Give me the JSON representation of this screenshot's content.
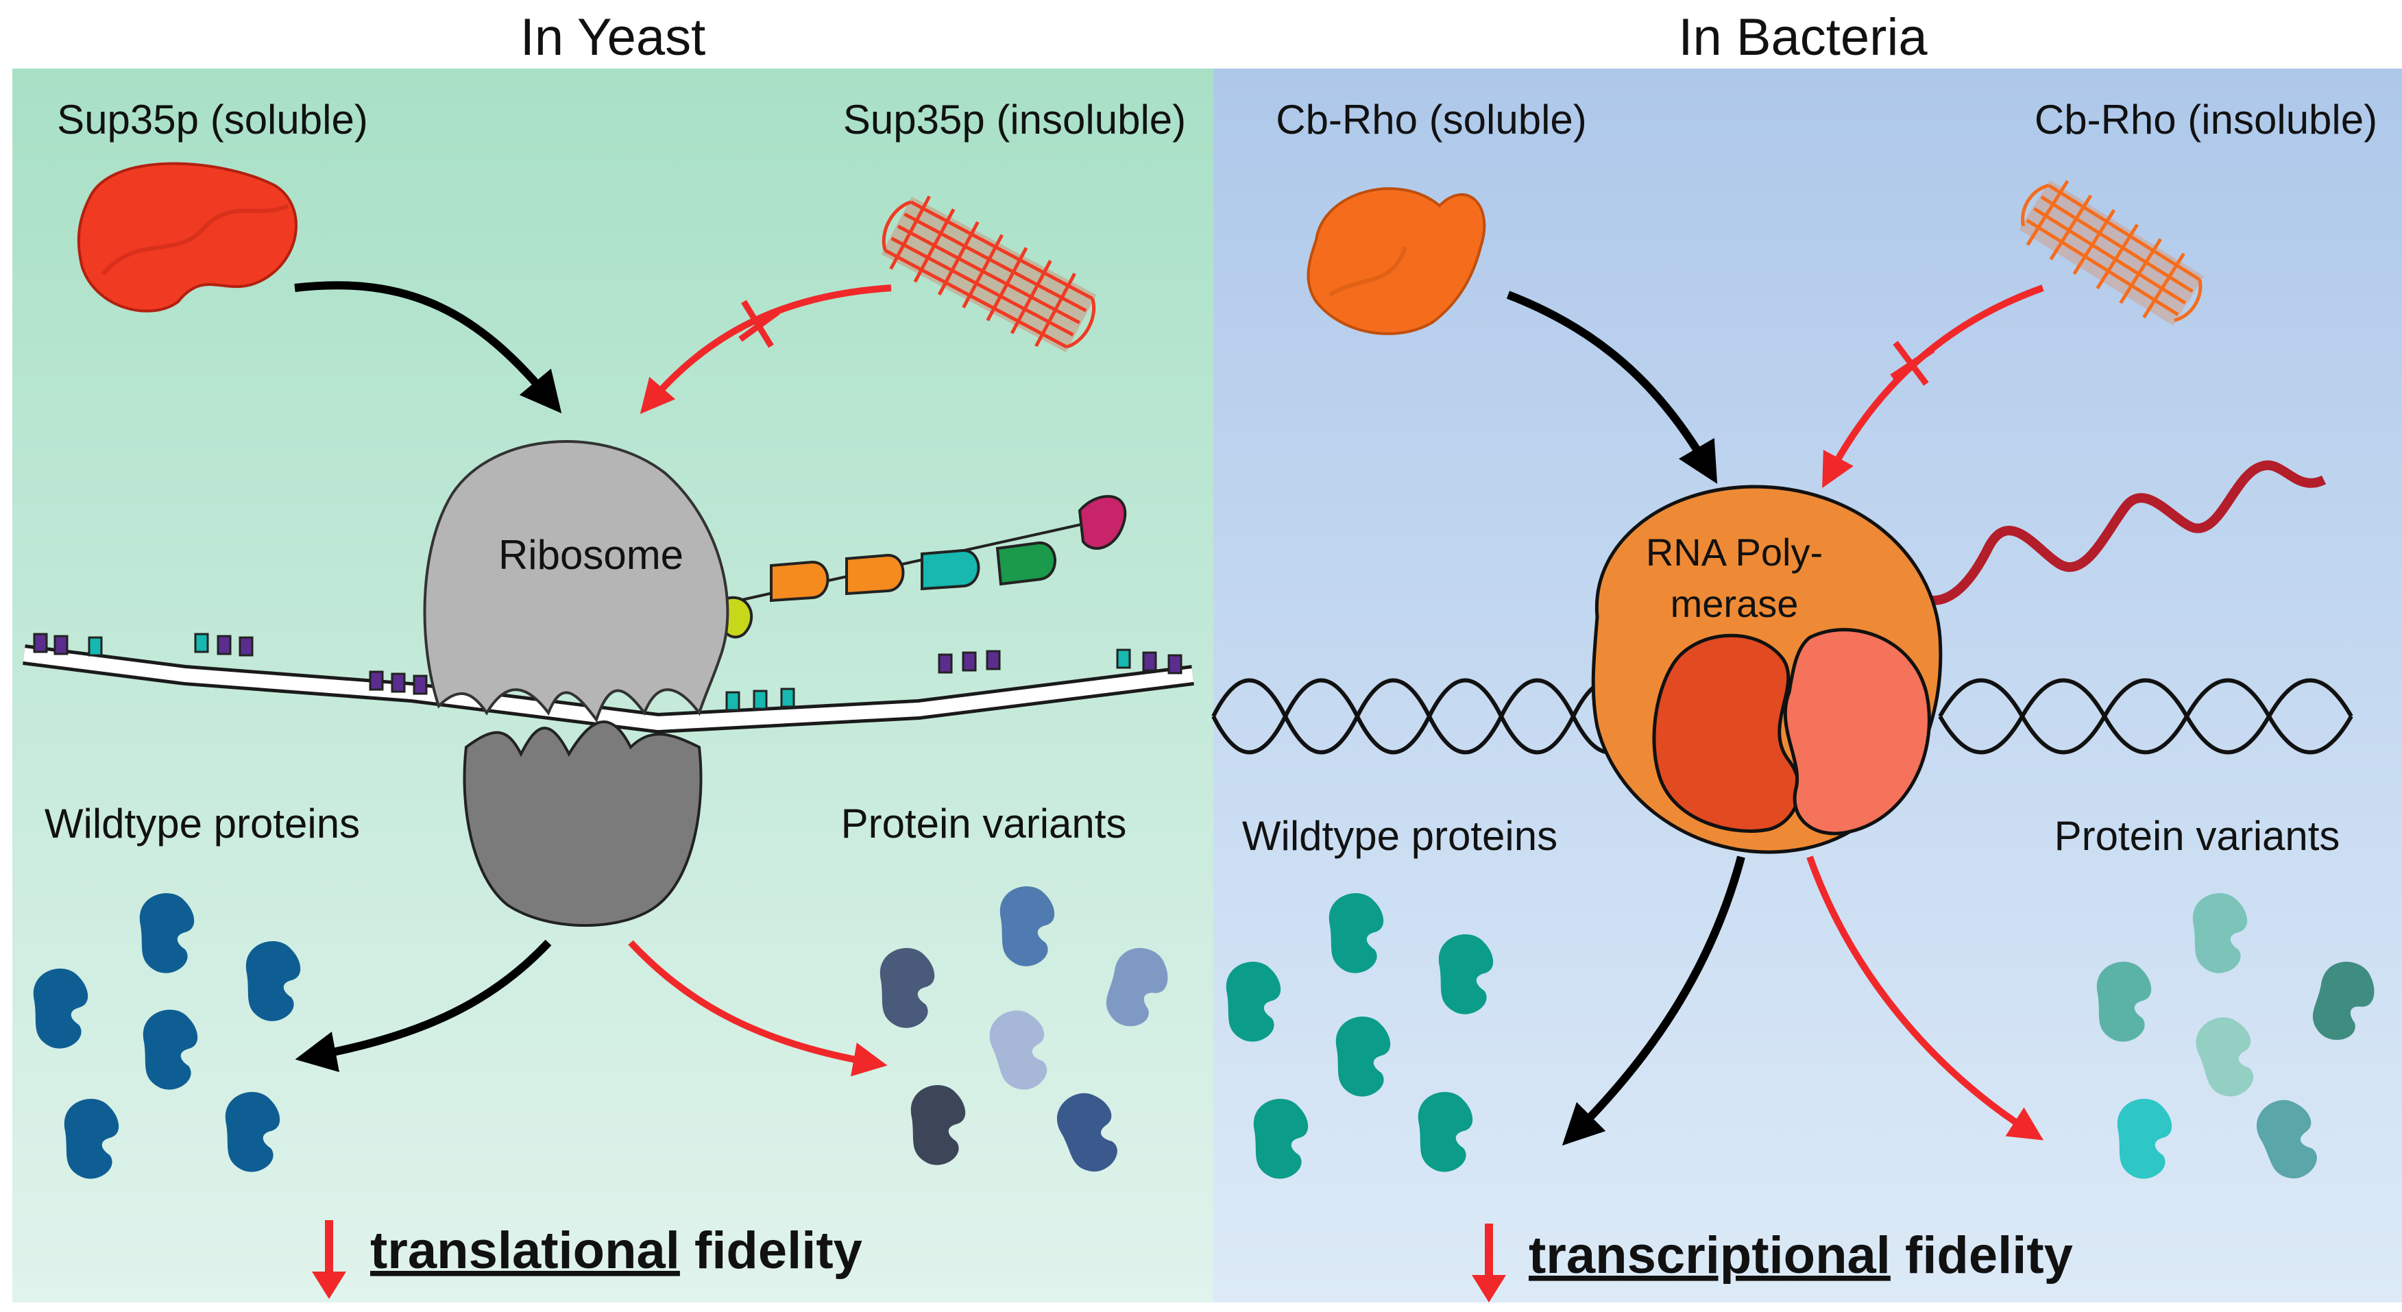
{
  "colors": {
    "yeast_bg_top": "#a8e0c6",
    "yeast_bg_bottom": "#e0f3ec",
    "bacteria_bg_top": "#aec8ea",
    "bacteria_bg_bottom": "#dceaf7",
    "black_arrow": "#000000",
    "red_arrow": "#f0282a",
    "sup35": "#f03a22",
    "cbrho": "#f56d1c",
    "ribosome_top": "#b5b5b5",
    "ribosome_bottom": "#7b7b7b",
    "polymerase": "#ee8a35",
    "yeast_protein": "#0f5e93",
    "bacteria_protein": "#0c9c8a"
  },
  "yeast_panel": {
    "title": "In Yeast",
    "soluble_label": "Sup35p (soluble)",
    "insoluble_label": "Sup35p (insoluble)",
    "machine_label": "Ribosome",
    "wildtype_label": "Wildtype proteins",
    "variants_label": "Protein variants",
    "footer_underlined": "translational",
    "footer_rest": " fidelity"
  },
  "bacteria_panel": {
    "title": "In Bacteria",
    "soluble_label": "Cb-Rho (soluble)",
    "insoluble_label": "Cb-Rho (insoluble)",
    "machine_label_line1": "RNA Poly-",
    "machine_label_line2": "merase",
    "wildtype_label": "Wildtype proteins",
    "variants_label": "Protein variants",
    "footer_underlined": "transcriptional",
    "footer_rest": " fidelity"
  }
}
